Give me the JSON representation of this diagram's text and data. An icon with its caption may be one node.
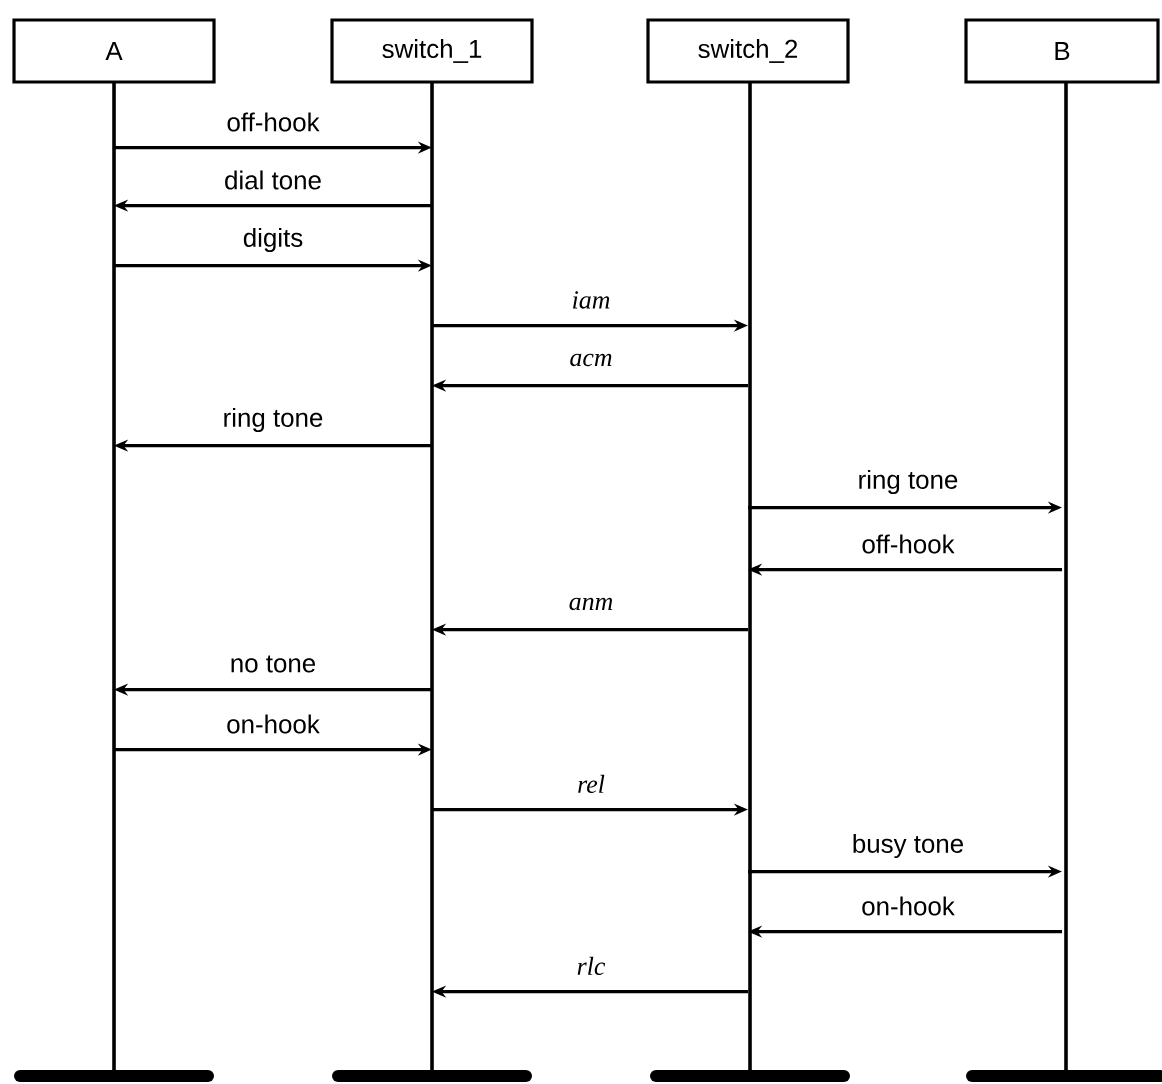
{
  "diagram": {
    "nodes": [
      {
        "text": [
          "A"
        ]
      },
      {
        "text": [
          "switch_1"
        ]
      },
      {
        "text": [
          "switch_2"
        ]
      },
      {
        "text": [
          "B"
        ]
      }
    ],
    "edges": [
      {
        "from": 0,
        "to": 1,
        "arrow": "to",
        "label": "off-hook"
      },
      {
        "from": 1,
        "to": 0,
        "arrow": "to",
        "label": "dial tone"
      },
      {
        "from": 0,
        "to": 1,
        "arrow": "to",
        "label": "digits"
      },
      {
        "from": 1,
        "to": 2,
        "arrow": "to",
        "label": "iam"
      },
      {
        "from": 2,
        "to": 1,
        "arrow": "to",
        "label": "acm"
      },
      {
        "from": 1,
        "to": 0,
        "arrow": "to",
        "label": "ring tone"
      },
      {
        "from": 2,
        "to": 3,
        "arrow": "to",
        "label": "ring tone"
      },
      {
        "from": 3,
        "to": 2,
        "arrow": "to",
        "label": "off-hook"
      },
      {
        "from": 2,
        "to": 1,
        "arrow": "to",
        "label": "anm"
      },
      {
        "from": 1,
        "to": 0,
        "arrow": "to",
        "label": "no tone"
      },
      {
        "from": 0,
        "to": 1,
        "arrow": "to",
        "label": "on-hook"
      },
      {
        "from": 1,
        "to": 2,
        "arrow": "to",
        "label": "rel"
      },
      {
        "from": 2,
        "to": 3,
        "arrow": "to",
        "label": "busy tone"
      },
      {
        "from": 3,
        "to": 2,
        "arrow": "to",
        "label": "on-hook"
      },
      {
        "from": 2,
        "to": 1,
        "arrow": "to",
        "label": "rlc"
      }
    ]
  }
}
